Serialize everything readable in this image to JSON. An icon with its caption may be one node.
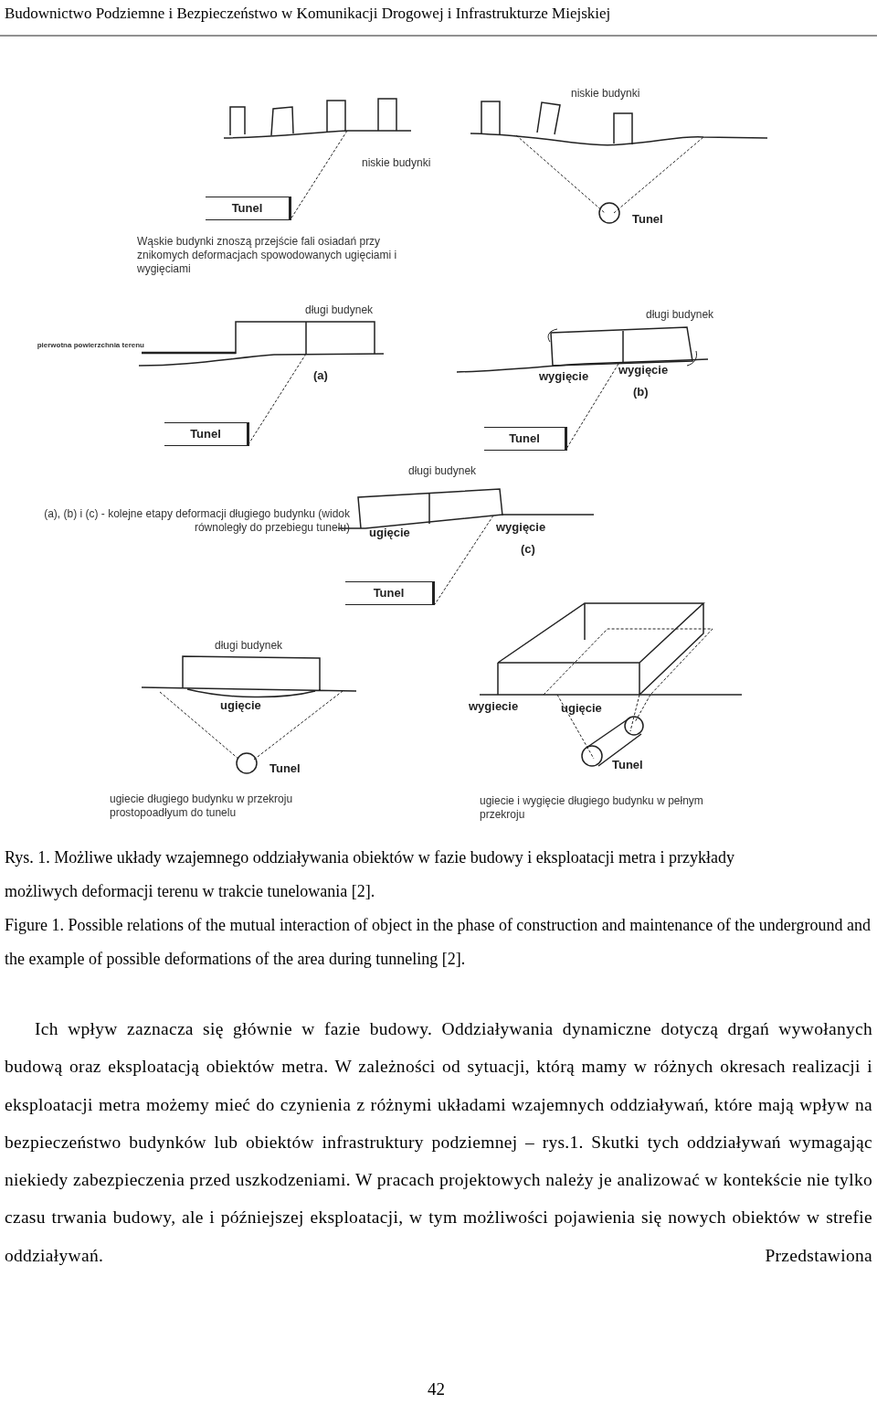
{
  "diagram": {
    "nodes": [
      {
        "text": [
          "Tunel"
        ]
      },
      {
        "text": [
          "Tunel"
        ]
      },
      {
        "text": [
          "Tunel"
        ]
      },
      {
        "text": [
          "Tunel"
        ]
      }
    ],
    "labels": [
      "Budownictwo Podziemne i Bezpieczeństwo w Komunikacji Drogowej i Infrastrukturze Miejskiej",
      "niskie budynki",
      "niskie budynki",
      "Tunel",
      "Wąskie budynki znoszą przejście fali osiadań przy znikomych deformacjach spowodowanych ugięciami i wygięciami",
      "długi budynek",
      "pierwotna powierzchnia terenu",
      "(a)",
      "długi budynek",
      "wygięcie",
      "wygięcie",
      "(b)",
      "długi budynek",
      "(a), (b) i (c) - kolejne etapy deformacji długiego budynku (widok równoległy do przebiegu tunelu)",
      "ugięcie",
      "wygięcie",
      "(c)",
      "długi budynek",
      "ugięcie",
      "Tunel",
      "ugiecie długiego budynku w przekroju prostopoadłyum do tunelu",
      "wygiecie",
      "ugięcie",
      "Tunel",
      "ugiecie i wygięcie długiego budynku w pełnym przekroju",
      "Rys. 1. Możliwe układy wzajemnego oddziaływania obiektów w fazie budowy i eksploatacji metra i przykłady możliwych deformacji terenu w trakcie tunelowania  [2].",
      "Figure 1. Possible relations of the mutual interaction of object in the phase of construction and maintenance of the underground  and the example of possible deformations of the area during tunneling  [2].",
      "Ich wpływ zaznacza się głównie w fazie budowy. Oddziaływania dynamiczne dotyczą drgań wywołanych budową oraz eksploatacją obiektów metra. W zależności od sytuacji, którą mamy w różnych okresach realizacji i eksploatacji metra możemy mieć do czynienia z różnymi układami wzajemnych oddziaływań, które mają wpływ na bezpieczeństwo budynków lub obiektów infrastruktury podziemnej – rys.1. Skutki tych oddziaływań wymagając niekiedy zabezpieczenia przed uszkodzeniami. W pracach projektowych należy je analizować w kontekście nie tylko czasu trwania budowy, ale i późniejszej eksploatacji, w tym możliwości pojawienia się nowych obiektów w strefie oddziaływań. Przedstawiona",
      "42"
    ]
  }
}
